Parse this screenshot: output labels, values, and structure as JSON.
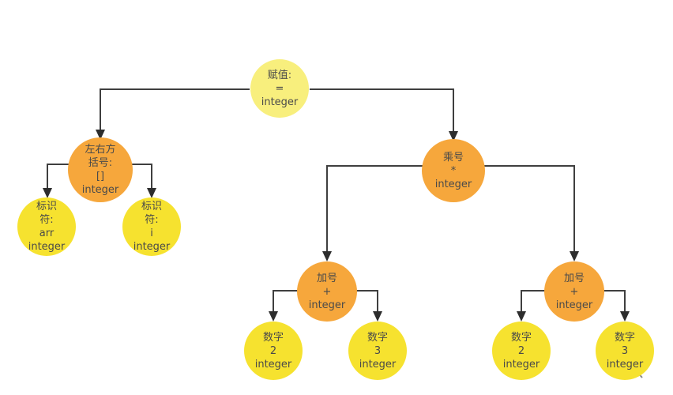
{
  "diagram": {
    "kind": "abstract-syntax-tree",
    "colors": {
      "root_fill": "#f8ef7d",
      "operator_fill": "#f6a73c",
      "leaf_fill": "#f6e22f",
      "text": "#4a4a4a",
      "connector": "#3f3f3f",
      "arrowhead": "#2d2d2d",
      "background": "#ffffff"
    },
    "nodes": {
      "assign": {
        "lines": [
          "赋值:",
          "=",
          "integer"
        ]
      },
      "brackets": {
        "lines": [
          "左右方",
          "括号:",
          "[]",
          "integer"
        ]
      },
      "multiply": {
        "lines": [
          "乘号",
          "*",
          "integer"
        ]
      },
      "id_arr": {
        "lines": [
          "标识",
          "符:",
          "arr",
          "integer"
        ]
      },
      "id_i": {
        "lines": [
          "标识",
          "符:",
          "i",
          "integer"
        ]
      },
      "plus_left": {
        "lines": [
          "加号",
          "+",
          "integer"
        ]
      },
      "plus_right": {
        "lines": [
          "加号",
          "+",
          "integer"
        ]
      },
      "num2_left": {
        "lines": [
          "数字",
          "2",
          "integer"
        ]
      },
      "num3_left": {
        "lines": [
          "数字",
          "3",
          "integer"
        ]
      },
      "num2_right": {
        "lines": [
          "数字",
          "2",
          "integer"
        ]
      },
      "num3_right": {
        "lines": [
          "数字",
          "3",
          "integer"
        ]
      }
    }
  }
}
